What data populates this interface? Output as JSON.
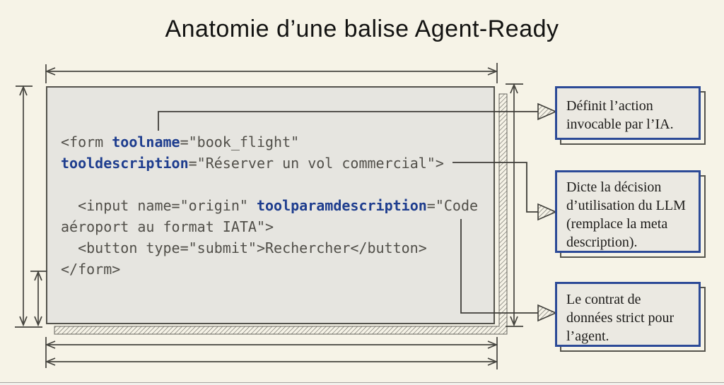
{
  "slide": {
    "title": "Anatomie d’une balise Agent-Ready"
  },
  "code": {
    "lines": [
      {
        "segments": [
          {
            "t": "<form "
          },
          {
            "t": "toolname",
            "style": "keyword"
          },
          {
            "t": "=\"book_flight\""
          }
        ]
      },
      {
        "segments": [
          {
            "t": "tooldescription",
            "style": "keyword"
          },
          {
            "t": "=\"Réserver un vol commercial\">"
          }
        ]
      },
      {
        "segments": [
          {
            "t": ""
          }
        ]
      },
      {
        "segments": [
          {
            "t": "  <input name=\"origin\" "
          },
          {
            "t": "toolparamdescription",
            "style": "keyword"
          },
          {
            "t": "=\"Code"
          }
        ]
      },
      {
        "segments": [
          {
            "t": "aéroport au format IATA\">"
          }
        ]
      },
      {
        "segments": [
          {
            "t": "  <button type=\"submit\">Rechercher</button>"
          }
        ]
      },
      {
        "segments": [
          {
            "t": "</form>"
          }
        ]
      }
    ]
  },
  "callouts": [
    {
      "lines": [
        "Définit l’action",
        "invocable par l’IA."
      ]
    },
    {
      "lines": [
        "Dicte la décision",
        "d’utilisation du LLM",
        "(remplace la meta",
        "description)."
      ]
    },
    {
      "lines": [
        "Le contrat de",
        "données strict pour",
        "l’agent."
      ]
    }
  ],
  "colors": {
    "background": "#f6f3e7",
    "code_block_fill": "#e6e5e0",
    "callout_border_blue": "#2c4a97",
    "code_keyword_blue": "#1e3d8e",
    "line_color": "#45443e"
  }
}
